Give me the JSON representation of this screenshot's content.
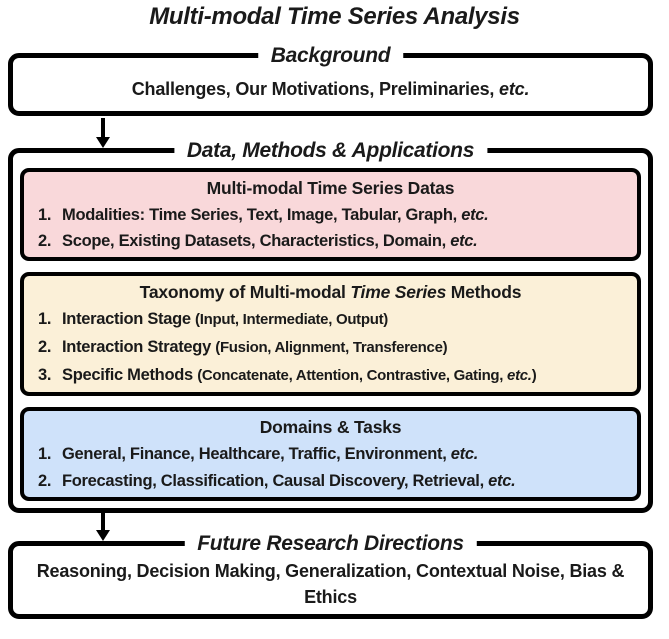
{
  "title": "Multi-modal Time Series Analysis",
  "colors": {
    "ink": "#000000",
    "paper": "#ffffff",
    "datas_fill": "#f9d8da",
    "taxonomy_fill": "#fbf0d8",
    "domains_fill": "#cfe2fa"
  },
  "sections": {
    "background": {
      "label": "Background",
      "content": [
        [
          "Challenges, Our Motivations, Preliminaries, ",
          "b"
        ],
        [
          "etc.",
          "bi"
        ]
      ]
    },
    "main": {
      "label": "Data, Methods & Applications",
      "boxes": [
        {
          "name": "multi-modal-time-series-datas",
          "fill": "#f9d8da",
          "header": [
            [
              "Multi-modal Time Series Datas",
              "b"
            ]
          ],
          "items": [
            {
              "num": "1.",
              "segments": [
                [
                  "Modalities: Time Series, Text, Image, Tabular, Graph, ",
                  "b"
                ],
                [
                  "etc.",
                  "bi"
                ]
              ]
            },
            {
              "num": "2.",
              "segments": [
                [
                  "Scope, Existing Datasets, Characteristics, Domain, ",
                  "b"
                ],
                [
                  "etc.",
                  "bi"
                ]
              ]
            }
          ]
        },
        {
          "name": "taxonomy-of-multi-modal-time-series-methods",
          "fill": "#fbf0d8",
          "header": [
            [
              "Taxonomy of Multi-modal ",
              "b"
            ],
            [
              "Time Series",
              "bi"
            ],
            [
              " Methods",
              "b"
            ]
          ],
          "items": [
            {
              "num": "1.",
              "segments": [
                [
                  "Interaction Stage ",
                  "b"
                ],
                [
                  "(Input, Intermediate, Output)",
                  "p"
                ]
              ]
            },
            {
              "num": "2.",
              "segments": [
                [
                  "Interaction Strategy ",
                  "b"
                ],
                [
                  "(Fusion, Alignment, Transference)",
                  "p"
                ]
              ]
            },
            {
              "num": "3.",
              "segments": [
                [
                  "Specific Methods ",
                  "b"
                ],
                [
                  "(Concatenate, Attention, Contrastive, Gating, ",
                  "p"
                ],
                [
                  "etc.",
                  "pi"
                ],
                [
                  ")",
                  "p"
                ]
              ]
            }
          ]
        },
        {
          "name": "domains-and-tasks",
          "fill": "#cfe2fa",
          "header": [
            [
              "Domains & Tasks",
              "b"
            ]
          ],
          "items": [
            {
              "num": "1.",
              "segments": [
                [
                  "General, Finance, Healthcare, Traffic, Environment, ",
                  "b"
                ],
                [
                  "etc.",
                  "bi"
                ]
              ]
            },
            {
              "num": "2.",
              "segments": [
                [
                  "Forecasting, Classification, Causal Discovery, Retrieval, ",
                  "b"
                ],
                [
                  "etc.",
                  "bi"
                ]
              ]
            }
          ]
        }
      ]
    },
    "future": {
      "label": "Future Research Directions",
      "content": [
        [
          "Reasoning, Decision Making, Generalization, Contextual Noise, Bias & Ethics",
          "b"
        ]
      ]
    }
  }
}
